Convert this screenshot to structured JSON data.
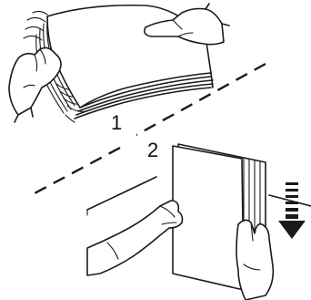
{
  "steps": [
    {
      "number": "1"
    },
    {
      "number": "2"
    }
  ],
  "colors": {
    "ink": "#1a1a1a",
    "background": "#ffffff"
  },
  "icons": [
    "fanning-paper-stack-illustration",
    "aligning-paper-stack-illustration",
    "downward-arrow-icon"
  ]
}
